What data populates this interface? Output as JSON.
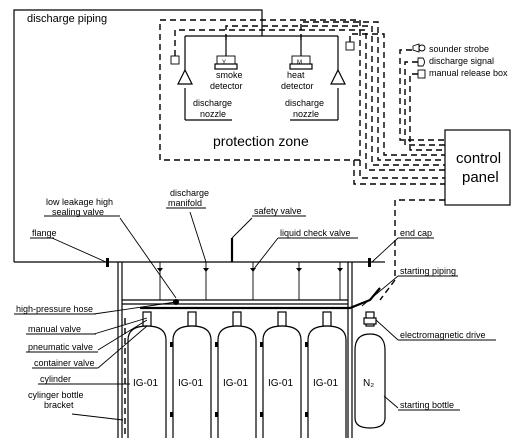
{
  "title": "discharge piping",
  "zone": {
    "label": "protection zone",
    "smoke_detector": "smoke detector",
    "smoke_detector_lines": [
      "smoke",
      "detector"
    ],
    "smoke_detector_mark": "Y",
    "heat_detector": "heat detector",
    "heat_detector_lines": [
      "heat",
      "detector"
    ],
    "heat_detector_mark": "M",
    "nozzle_left": [
      "discharge",
      "nozzle"
    ],
    "nozzle_right": [
      "discharge",
      "nozzle"
    ]
  },
  "right_devices": [
    "sounder strobe",
    "discharge signal",
    "manual release box"
  ],
  "control_panel": [
    "control",
    "panel"
  ],
  "labels": {
    "low_leakage": [
      "low leakage high",
      "sealing valve"
    ],
    "discharge_manifold": [
      "discharge",
      "manifold"
    ],
    "safety_valve": "safety valve",
    "flange": "flange",
    "liquid_check_valve": "liquid check valve",
    "end_cap": "end cap",
    "starting_piping": "starting piping",
    "high_pressure_hose": "high-pressure hose",
    "manual_valve": "manual valve",
    "pneumatic_valve": "pneumatic valve",
    "container_valve": "container valve",
    "cylinder": "cylinder",
    "bracket": [
      "cylinger bottle",
      "bracket"
    ],
    "electromagnetic_drive": "electromagnetic drive",
    "starting_bottle": "starting bottle"
  },
  "cylinders": [
    "IG-01",
    "IG-01",
    "IG-01",
    "IG-01",
    "IG-01"
  ],
  "starting_bottle_label": "N₂"
}
